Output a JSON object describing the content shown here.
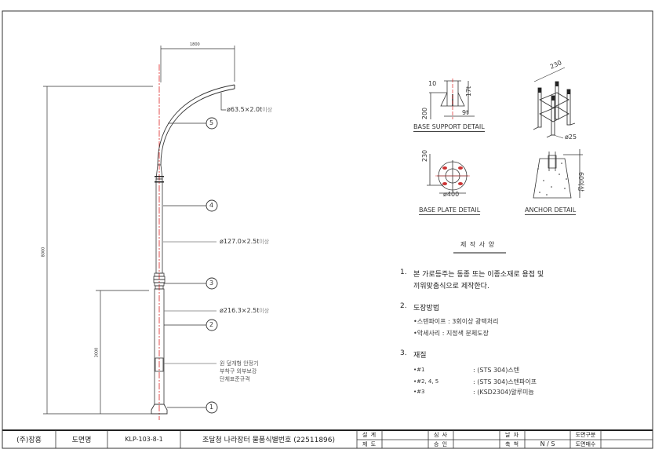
{
  "pole": {
    "arm_span": "1800",
    "total_height": "8000",
    "lower_height": "3000",
    "arm_spec": "ø63.5×2.0t",
    "upper_spec": "ø127.0×2.5t",
    "lower_spec": "ø216.3×2.5t",
    "spec_suffix": "이상",
    "callouts": [
      "1",
      "2",
      "3",
      "4",
      "5"
    ],
    "note": [
      "원 덮개형 안정기",
      "부착구 외부보강",
      "단체표준규격"
    ]
  },
  "details": {
    "base_support": {
      "caption": "BASE SUPPORT DETAIL",
      "dim_width": "10",
      "dim_top": "17t",
      "dim_bottom": "9t",
      "dim_height": "200"
    },
    "anchor_frame": {
      "dim_width": "230",
      "dim_rod": "ø25"
    },
    "base_plate": {
      "caption": "BASE PLATE DETAIL",
      "dim_height": "230",
      "dim_diameter": "ø400"
    },
    "anchor": {
      "caption": "ANCHOR DETAIL",
      "dim_depth": "60이상"
    }
  },
  "spec": {
    "title": "제 작 사 양",
    "item1_num": "1.",
    "item1_lines": [
      "본 가로등주는 동종 또는 이종소재로 용접 및",
      "끼워맞춤식으로 제작한다."
    ],
    "item2_num": "2.",
    "item2_title": "도장방법",
    "item2_lines": [
      "•스텐파이프 : 3회이상 광택처리",
      "•악세사리 : 지정색 분체도장"
    ],
    "item3_num": "3.",
    "item3_title": "재질",
    "materials": [
      {
        "part": "•#1",
        "spec": ": (STS 304)스텐"
      },
      {
        "part": "•#2, 4, 5",
        "spec": ": (STS 304)스텐파이프"
      },
      {
        "part": "•#3",
        "spec": ": (KSD2304)알루미늄"
      }
    ]
  },
  "title_block": {
    "company": "(주)장흥",
    "drawing_name_label": "도면명",
    "drawing_no": "KLP-103-8-1",
    "description": "조달청 나라장터 물품식별번호  (22511896)",
    "design_label": "설 계",
    "draft_label": "제 도",
    "review_label": "심 사",
    "approve_label": "승 인",
    "date_label": "날 자",
    "scale_label": "축 척",
    "scale_value": "N / S",
    "category_label": "도면구분",
    "sheets_label": "도면매수"
  }
}
